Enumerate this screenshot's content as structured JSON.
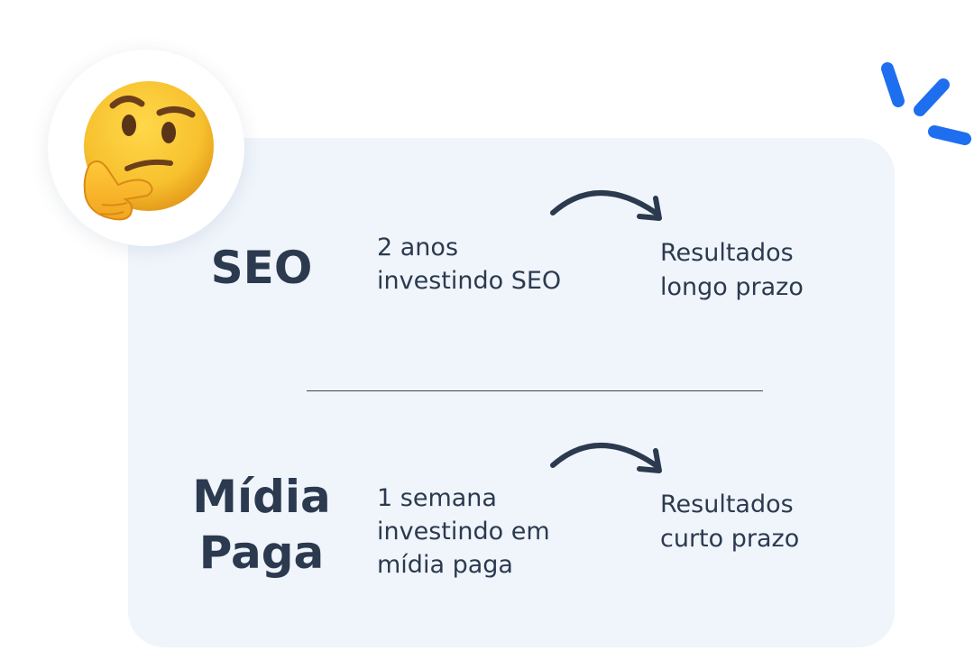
{
  "rows": [
    {
      "label": "SEO",
      "description": "2 anos\ninvestindo SEO",
      "result": "Resultados\nlongo prazo"
    },
    {
      "label": "Mídia\nPaga",
      "description": "1 semana\ninvestindo em\nmídia paga",
      "result": "Resultados\ncurto prazo"
    }
  ],
  "icons": {
    "emoji": "thinking-face-icon",
    "arrow": "curved-arrow-icon",
    "accent": "spark-lines-icon"
  },
  "colors": {
    "card_background": "#f0f5fc",
    "text": "#2c3a4f",
    "accent": "#1e6ff0",
    "emoji_yellow": "#f7c12e"
  }
}
